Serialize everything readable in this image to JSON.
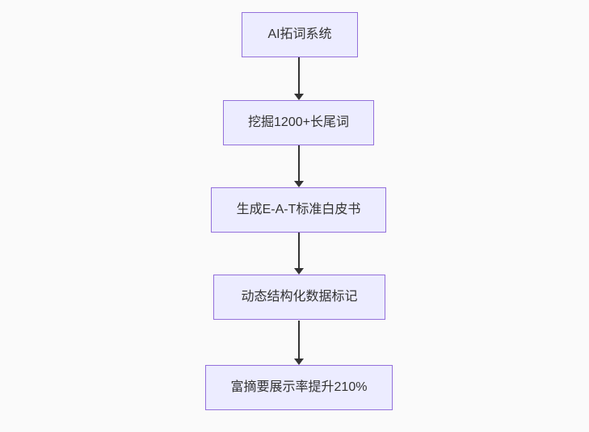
{
  "canvas": {
    "background_color": "#fafafa"
  },
  "flowchart": {
    "type": "vertical-flow",
    "node_fill": "#ECECFF",
    "node_border": "#9370DB",
    "node_text_color": "#333333",
    "arrow_color": "#333333",
    "nodes": [
      {
        "label": "AI拓词系统"
      },
      {
        "label": "挖掘1200+长尾词"
      },
      {
        "label": "生成E-A-T标准白皮书"
      },
      {
        "label": "动态结构化数据标记"
      },
      {
        "label": "富摘要展示率提升210%"
      }
    ],
    "edges": [
      {
        "from": 0,
        "to": 1
      },
      {
        "from": 1,
        "to": 2
      },
      {
        "from": 2,
        "to": 3
      },
      {
        "from": 3,
        "to": 4
      }
    ]
  }
}
